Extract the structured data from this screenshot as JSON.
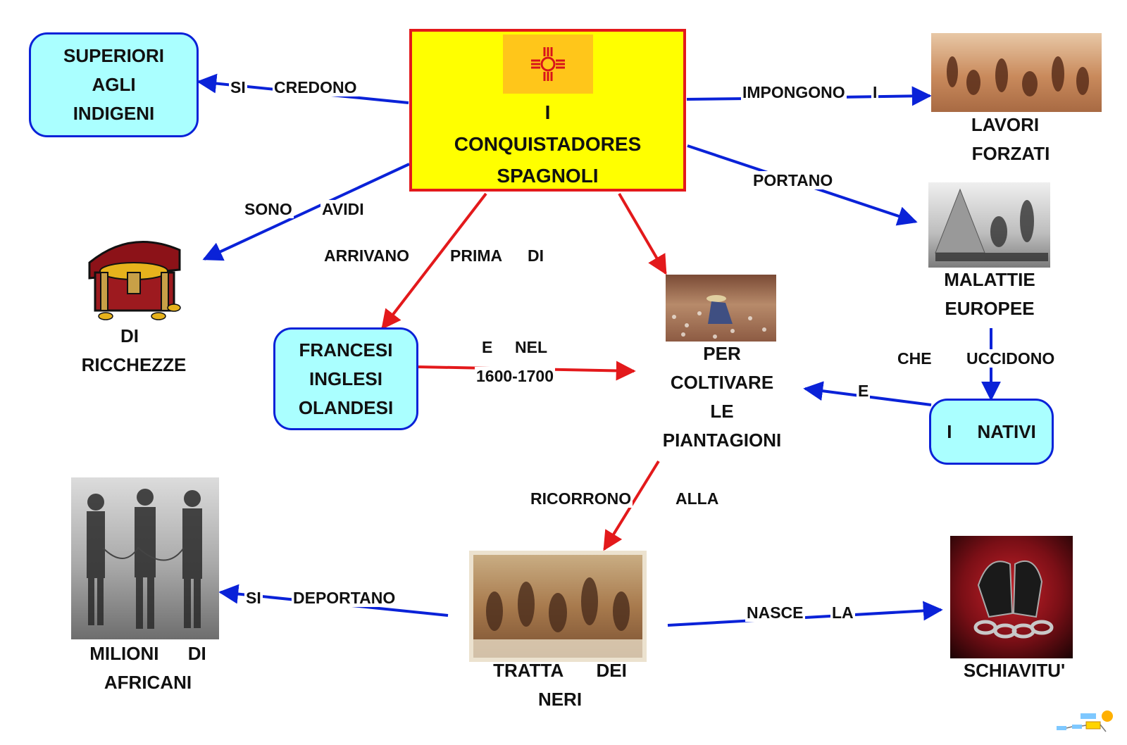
{
  "central": {
    "lines": [
      "I",
      "CONQUISTADORES",
      "SPAGNOLI"
    ]
  },
  "nodes": {
    "superiori": [
      "SUPERIORI",
      "AGLI",
      "INDIGENI"
    ],
    "ricchezze": [
      "DI",
      "RICCHEZZE"
    ],
    "francesi": [
      "FRANCESI",
      "INGLESI",
      "OLANDESI"
    ],
    "piantagioni": [
      "PER",
      "COLTIVARE",
      "LE",
      "PIANTAGIONI"
    ],
    "lavori": [
      "LAVORI",
      "FORZATI"
    ],
    "malattie": [
      "MALATTIE",
      "EUROPEE"
    ],
    "nativi": [
      "I",
      "NATIVI"
    ],
    "africani": [
      "MILIONI",
      "DI",
      "AFRICANI"
    ],
    "tratta": [
      "TRATTA",
      "DEI",
      "NERI"
    ],
    "schiavitu": [
      "SCHIAVITU'"
    ]
  },
  "links": {
    "si": "SI",
    "credono": "CREDONO",
    "sono": "SONO",
    "avidi": "AVIDI",
    "arrivano": "ARRIVANO",
    "prima": "PRIMA",
    "di": "DI",
    "e_nel": "E",
    "nel": "NEL",
    "anni": "1600-1700",
    "impongono": "IMPONGONO",
    "i": "I",
    "portano": "PORTANO",
    "che": "CHE",
    "uccidono": "UCCIDONO",
    "e": "E",
    "ricorrono": "RICORRONO",
    "alla": "ALLA",
    "si2": "SI",
    "deportano": "DEPORTANO",
    "nasce": "NASCE",
    "la": "LA"
  },
  "colors": {
    "blue_link": "#0a22d8",
    "red_link": "#e3191b",
    "cyan_box": "#aaffff",
    "yellow_box": "#ffff00"
  },
  "icons": [
    "zia-sun-flag-icon",
    "treasure-chest-icon",
    "forced-labor-image",
    "disease-image",
    "cotton-plantation-image",
    "slave-trade-image",
    "african-slaves-image",
    "chained-hands-icon",
    "cmap-logo-icon"
  ]
}
